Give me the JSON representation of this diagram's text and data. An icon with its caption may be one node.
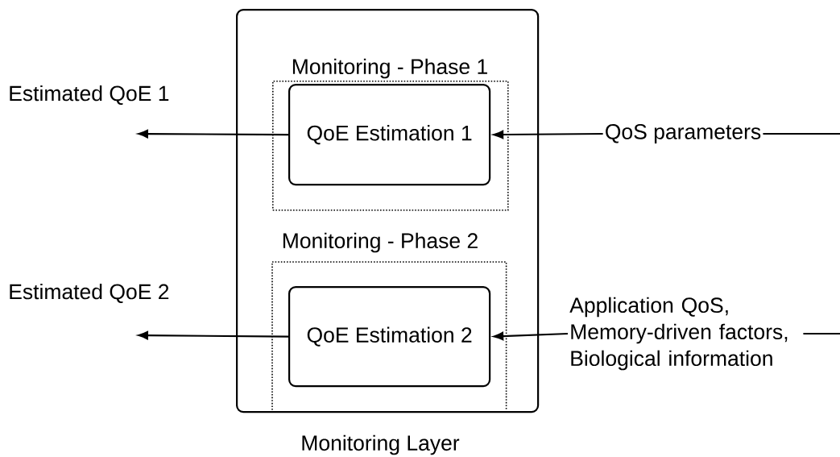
{
  "diagram": {
    "nodes": [
      {
        "text": [
          "Monitoring Layer"
        ]
      },
      {
        "text": [
          "Monitoring - Phase 1"
        ],
        "in": 0
      },
      {
        "text": [
          "QoE Estimation 1"
        ],
        "in": 1
      },
      {
        "text": [
          "Monitoring - Phase 2"
        ],
        "in": 0
      },
      {
        "text": [
          "QoE Estimation 2"
        ],
        "in": 3
      },
      {
        "text": [
          "QoS parameters"
        ]
      },
      {
        "text": [
          "Application QoS, Memory-driven factors, Biological information"
        ]
      }
    ],
    "edges": [
      {
        "from": 2,
        "to": null,
        "arrow": "to"
      },
      {
        "from": 5,
        "to": 2,
        "arrow": "to"
      },
      {
        "from": null,
        "to": 5,
        "arrow": "none"
      },
      {
        "from": 4,
        "to": null,
        "arrow": "to"
      },
      {
        "from": 6,
        "to": 4,
        "arrow": "to"
      },
      {
        "from": null,
        "to": 6,
        "arrow": "none"
      }
    ],
    "labels": [
      "Estimated QoE 1",
      "Estimated QoE 2"
    ]
  }
}
